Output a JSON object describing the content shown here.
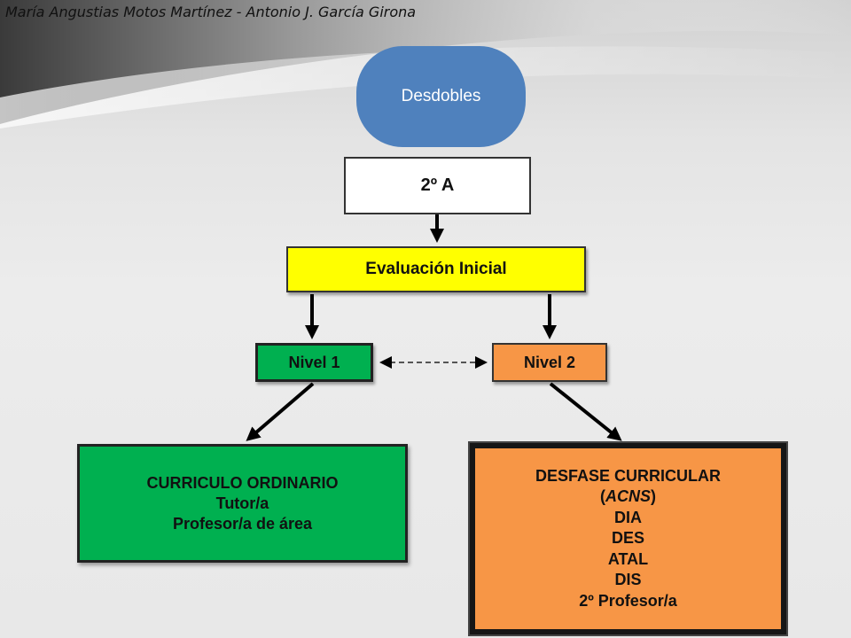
{
  "header": {
    "author_credit": "María Angustias Motos Martínez - Antonio J. García Girona"
  },
  "diagram": {
    "topic": "Desdobles",
    "group": "2º A",
    "evaluation": "Evaluación Inicial",
    "level_1": "Nivel 1",
    "level_2": "Nivel 2",
    "curriculo_ordinario": {
      "lines": [
        "CURRICULO ORDINARIO",
        "Tutor/a",
        "Profesor/a de área"
      ]
    },
    "desfase_curricular": {
      "title": "DESFASE CURRICULAR",
      "acns_open": "(",
      "acns": "ACNS",
      "acns_close": ")",
      "lines": [
        "DIA",
        "DES",
        "ATAL",
        "DIS",
        "2º Profesor/a"
      ]
    }
  },
  "colors": {
    "topic": "#4f81bd",
    "evaluation": "#ffff00",
    "level_1": "#00b050",
    "level_2": "#f79646"
  }
}
